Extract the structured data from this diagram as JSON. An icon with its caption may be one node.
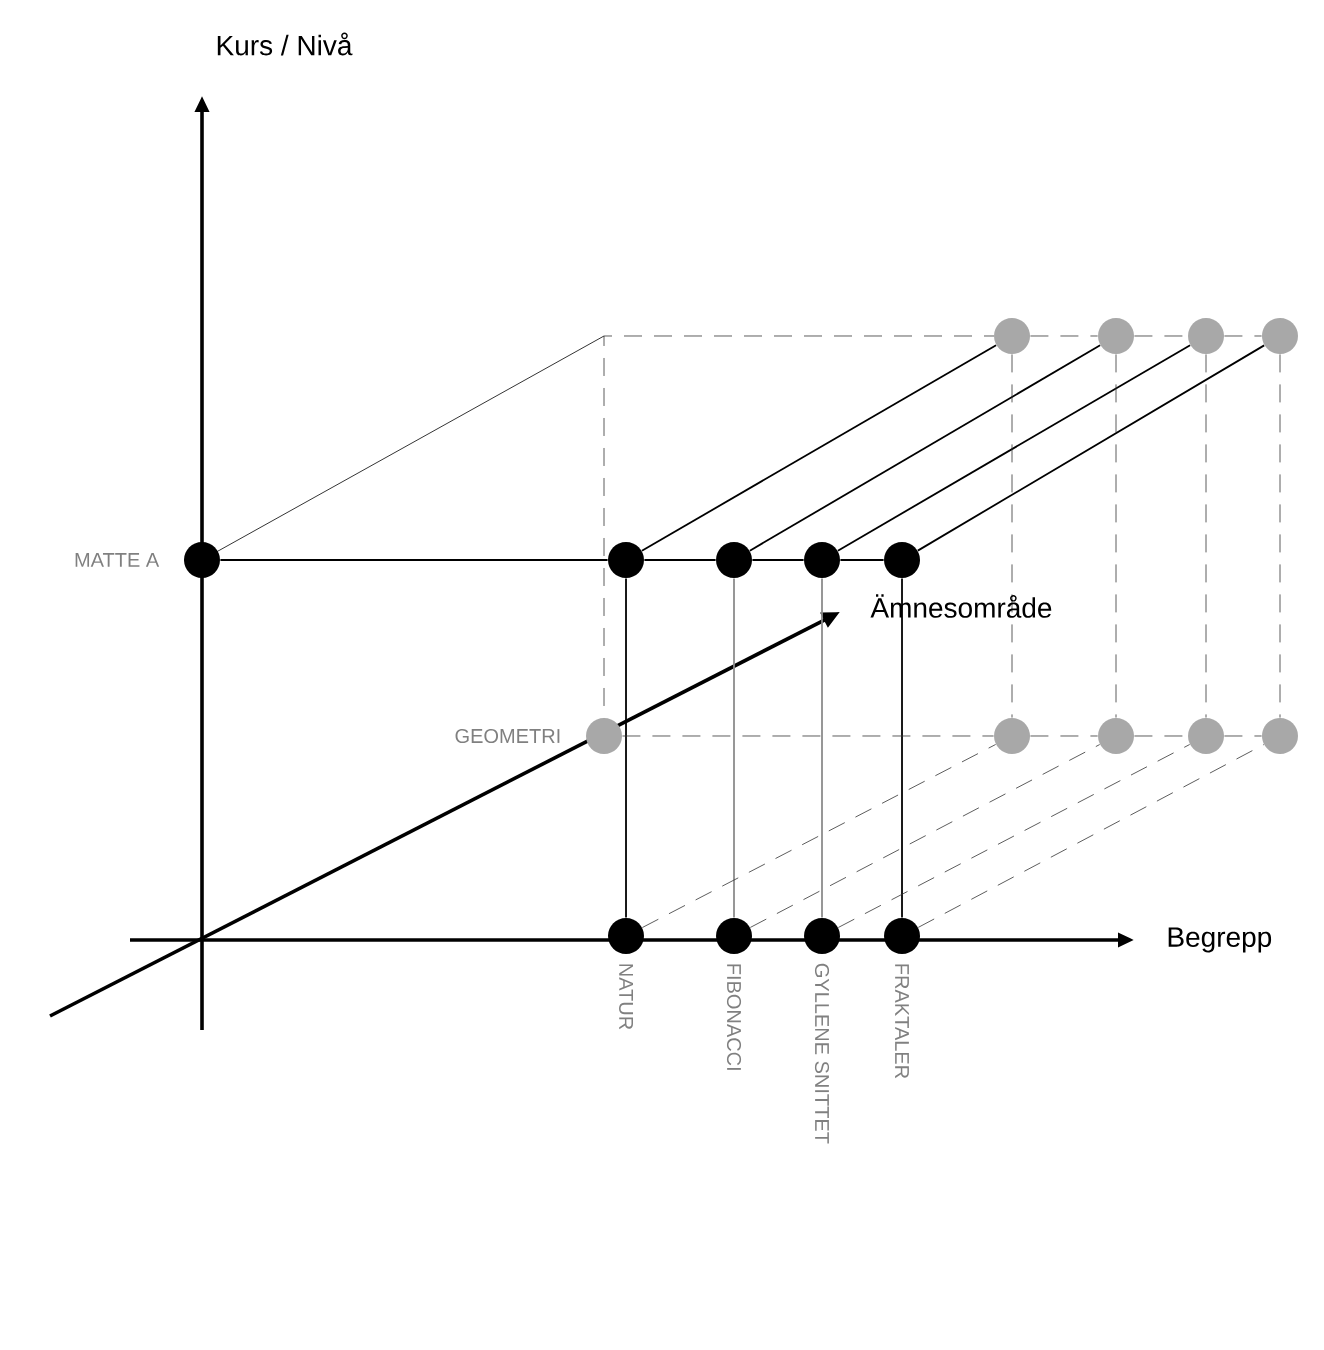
{
  "diagram": {
    "nodes": [
      {
        "text": [],
        "shape": "circle",
        "beside": [
          "MATTE  A"
        ]
      },
      {
        "text": [],
        "shape": "circle"
      },
      {
        "text": [],
        "shape": "circle"
      },
      {
        "text": [],
        "shape": "circle"
      },
      {
        "text": [],
        "shape": "circle"
      },
      {
        "text": [],
        "shape": "circle",
        "beside": [
          "GEOMETRI"
        ]
      },
      {
        "text": [],
        "shape": "circle"
      },
      {
        "text": [],
        "shape": "circle"
      },
      {
        "text": [],
        "shape": "circle"
      },
      {
        "text": [],
        "shape": "circle"
      },
      {
        "text": [],
        "shape": "circle",
        "beside": [
          "NATUR"
        ]
      },
      {
        "text": [],
        "shape": "circle",
        "beside": [
          "FIBONACCI"
        ]
      },
      {
        "text": [],
        "shape": "circle",
        "beside": [
          "GYLLENE SNITTET"
        ]
      },
      {
        "text": [],
        "shape": "circle",
        "beside": [
          "FRAKTALER"
        ]
      },
      {
        "text": [],
        "shape": "circle"
      },
      {
        "text": [],
        "shape": "circle"
      },
      {
        "text": [],
        "shape": "circle"
      },
      {
        "text": [],
        "shape": "circle"
      }
    ],
    "edges": [
      {
        "from": 0,
        "to": 1,
        "arrow": "none"
      },
      {
        "from": 1,
        "to": 2,
        "arrow": "none"
      },
      {
        "from": 2,
        "to": 3,
        "arrow": "none"
      },
      {
        "from": 3,
        "to": 4,
        "arrow": "none"
      },
      {
        "from": 1,
        "to": 10,
        "arrow": "none"
      },
      {
        "from": 2,
        "to": 11,
        "arrow": "none",
        "color": "#8c8c8c"
      },
      {
        "from": 3,
        "to": 12,
        "arrow": "none",
        "color": "#8c8c8c"
      },
      {
        "from": 4,
        "to": 13,
        "arrow": "none"
      },
      {
        "from": 1,
        "to": 14,
        "arrow": "none"
      },
      {
        "from": 2,
        "to": 15,
        "arrow": "none"
      },
      {
        "from": 3,
        "to": 16,
        "arrow": "none"
      },
      {
        "from": 4,
        "to": 17,
        "arrow": "none"
      },
      {
        "from": 10,
        "to": 6,
        "arrow": "none",
        "style": "dashed"
      },
      {
        "from": 11,
        "to": 7,
        "arrow": "none",
        "style": "dashed"
      },
      {
        "from": 12,
        "to": 8,
        "arrow": "none",
        "style": "dashed"
      },
      {
        "from": 13,
        "to": 9,
        "arrow": "none",
        "style": "dashed"
      },
      {
        "from": 14,
        "to": 6,
        "arrow": "none",
        "style": "dashed"
      },
      {
        "from": 15,
        "to": 7,
        "arrow": "none",
        "style": "dashed"
      },
      {
        "from": 16,
        "to": 8,
        "arrow": "none",
        "style": "dashed"
      },
      {
        "from": 17,
        "to": 9,
        "arrow": "none",
        "style": "dashed"
      },
      {
        "from": 5,
        "to": 6,
        "arrow": "none",
        "style": "dashed"
      },
      {
        "from": 6,
        "to": 7,
        "arrow": "none",
        "style": "dashed"
      },
      {
        "from": 7,
        "to": 8,
        "arrow": "none",
        "style": "dashed"
      },
      {
        "from": 8,
        "to": 9,
        "arrow": "none",
        "style": "dashed"
      },
      {
        "from": 14,
        "to": 15,
        "arrow": "none",
        "style": "dashed"
      },
      {
        "from": 15,
        "to": 16,
        "arrow": "none",
        "style": "dashed"
      },
      {
        "from": 16,
        "to": 17,
        "arrow": "none",
        "style": "dashed"
      }
    ],
    "labels": [
      "Kurs / Nivå",
      "Ämnesområde",
      "Begrepp"
    ]
  }
}
